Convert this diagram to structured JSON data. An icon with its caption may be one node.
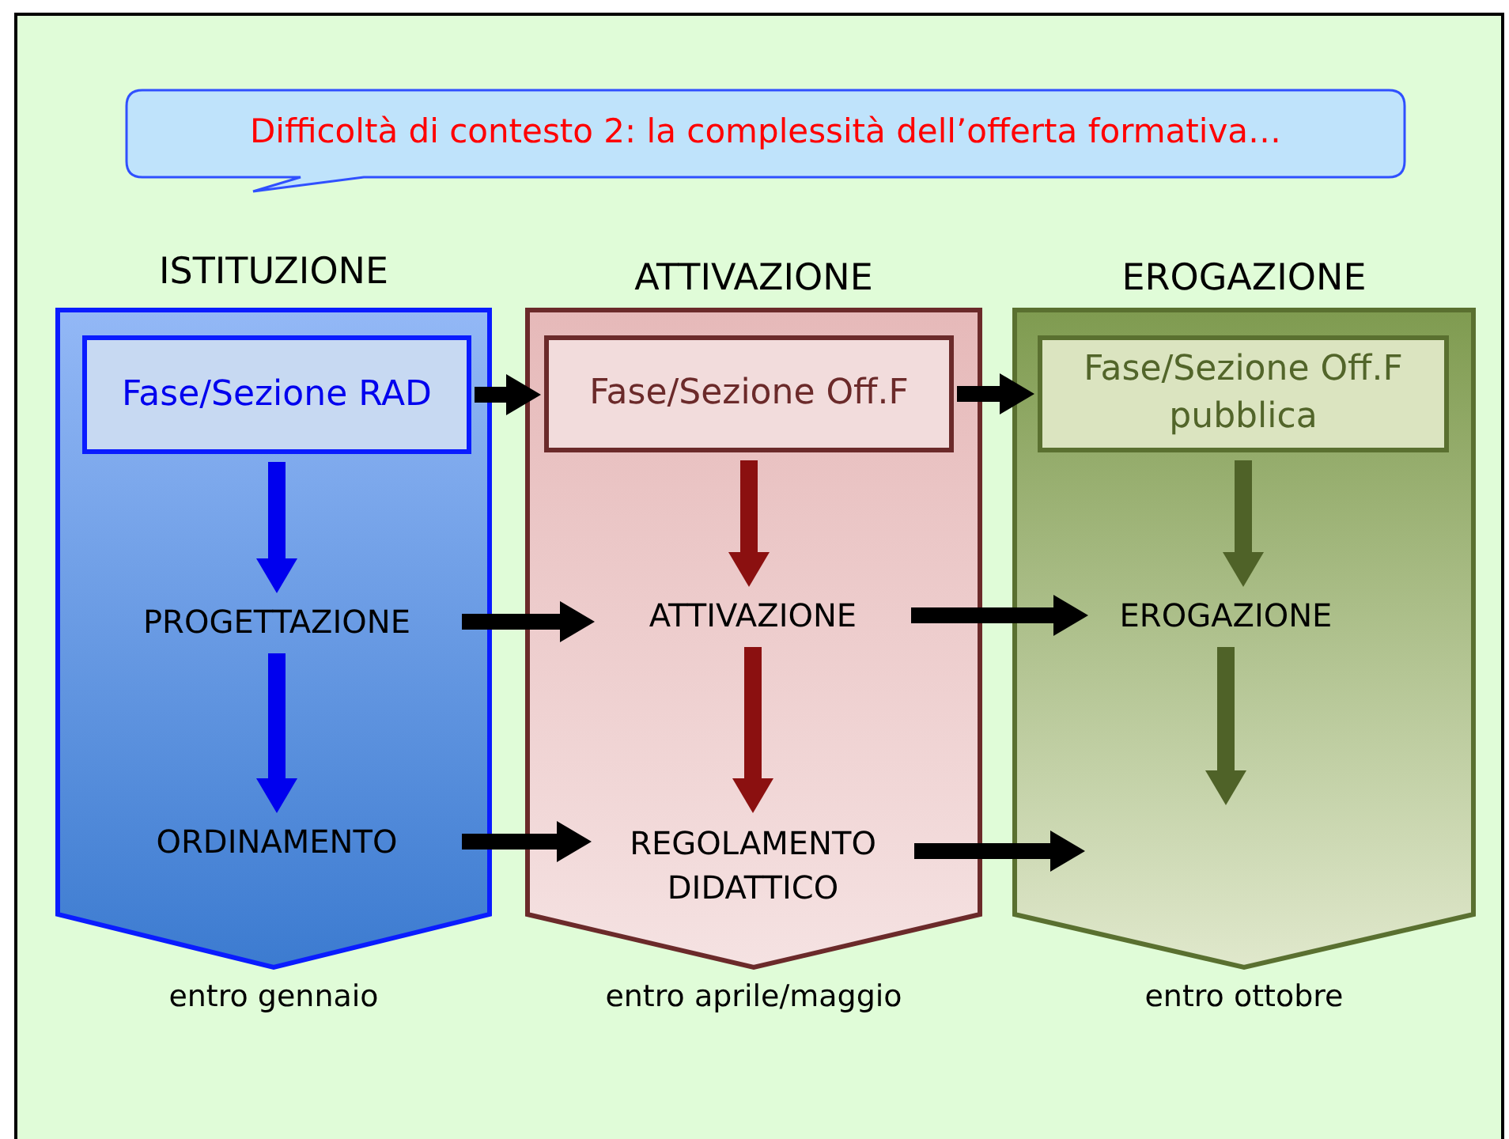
{
  "diagram": {
    "nodes": [
      {
        "text": [
          "Difficoltà di contesto 2: la complessità dell’offerta formativa…"
        ]
      },
      {
        "text": [
          "ISTITUZIONE"
        ],
        "beside": [
          "entro gennaio"
        ]
      },
      {
        "text": [
          "Fase/Sezione RAD"
        ],
        "in": 1
      },
      {
        "text": [
          "PROGETTAZIONE"
        ],
        "in": 1
      },
      {
        "text": [
          "ORDINAMENTO"
        ],
        "in": 1
      },
      {
        "text": [
          "ATTIVAZIONE"
        ],
        "beside": [
          "entro aprile/maggio"
        ]
      },
      {
        "text": [
          "Fase/Sezione Off.F"
        ],
        "in": 5
      },
      {
        "text": [
          "ATTIVAZIONE"
        ],
        "in": 5
      },
      {
        "text": [
          "REGOLAMENTO DIDATTICO"
        ],
        "in": 5
      },
      {
        "text": [
          "EROGAZIONE"
        ],
        "beside": [
          "entro ottobre"
        ]
      },
      {
        "text": [
          "Fase/Sezione Off.F pubblica"
        ],
        "in": 9
      },
      {
        "text": [
          "EROGAZIONE"
        ],
        "in": 9
      }
    ],
    "edges": [
      {
        "from": 2,
        "to": 3,
        "arrow": "to",
        "color": "#0000ee"
      },
      {
        "from": 3,
        "to": 4,
        "arrow": "to",
        "color": "#0000ee"
      },
      {
        "from": 6,
        "to": 7,
        "arrow": "to",
        "color": "#8b1010"
      },
      {
        "from": 7,
        "to": 8,
        "arrow": "to",
        "color": "#8b1010"
      },
      {
        "from": 10,
        "to": 11,
        "arrow": "to",
        "color": "#4f6228"
      },
      {
        "from": 11,
        "to": null,
        "arrow": "to",
        "color": "#4f6228"
      },
      {
        "from": 2,
        "to": 6,
        "arrow": "to"
      },
      {
        "from": 6,
        "to": 10,
        "arrow": "to"
      },
      {
        "from": 3,
        "to": 7,
        "arrow": "to"
      },
      {
        "from": 7,
        "to": 11,
        "arrow": "to"
      },
      {
        "from": 4,
        "to": 8,
        "arrow": "to"
      },
      {
        "from": 8,
        "to": 9,
        "arrow": "to"
      }
    ]
  }
}
